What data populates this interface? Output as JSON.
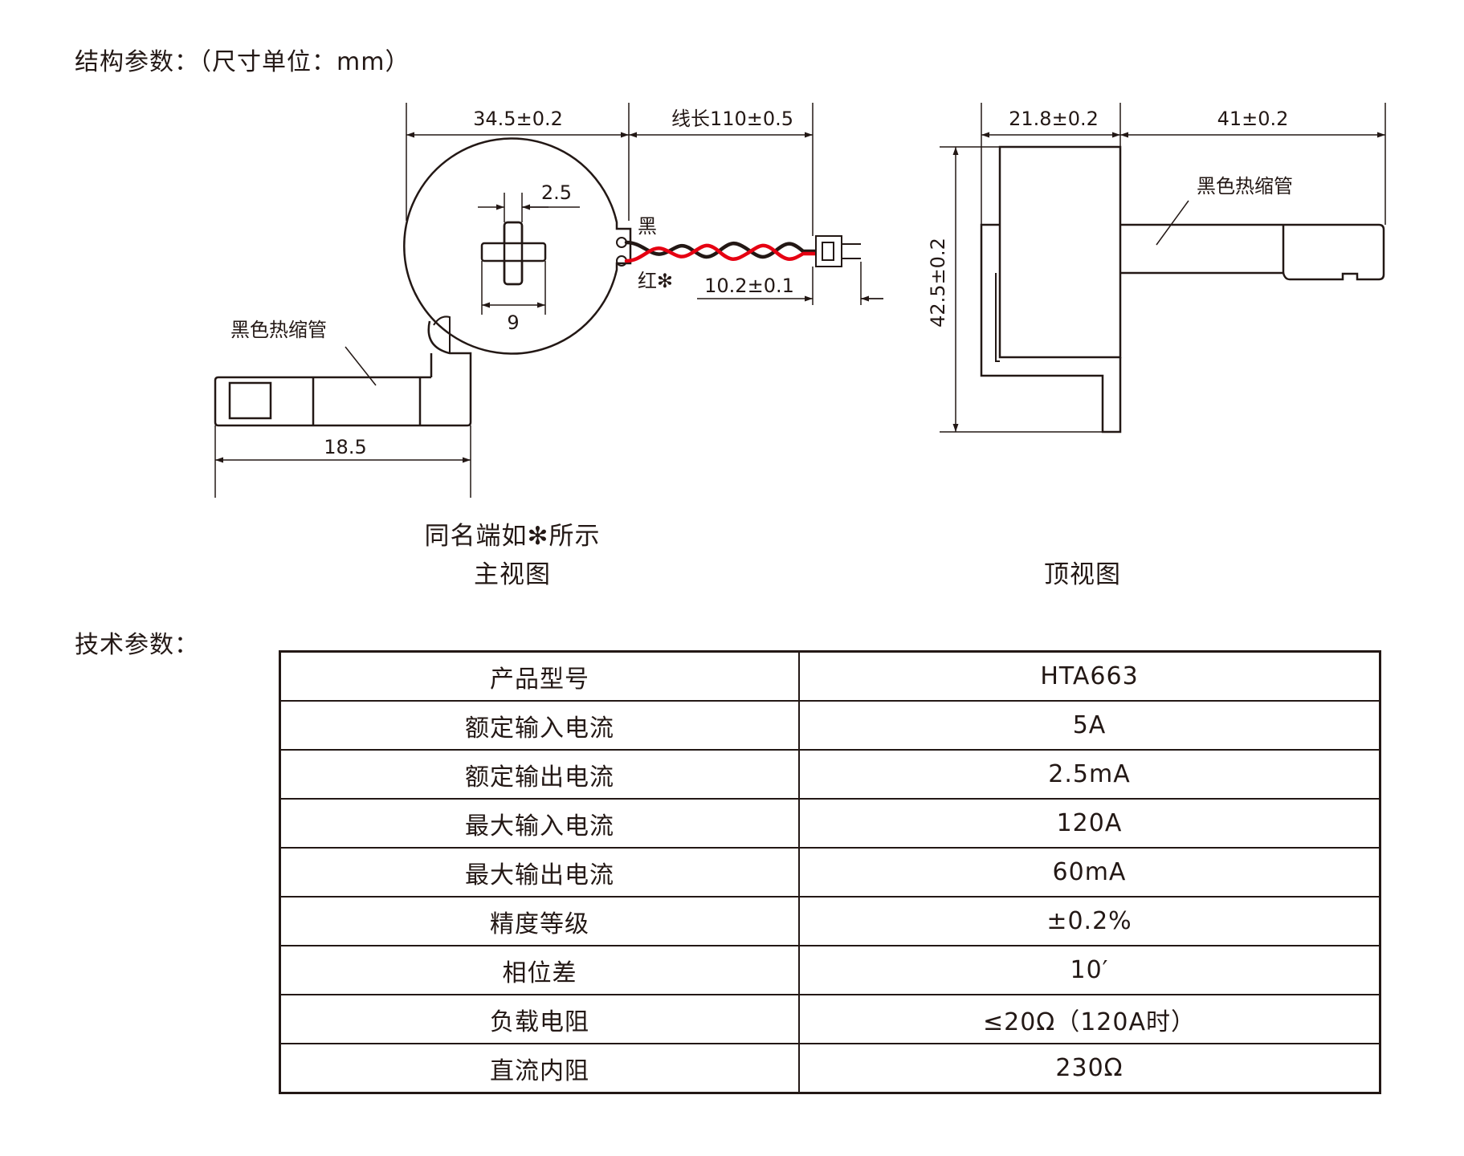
{
  "structure_heading": "结构参数：（尺寸单位：mm）",
  "tech_heading": "技术参数：",
  "main_view": {
    "dim_outer_diameter": "34.5±0.2",
    "dim_wire_length": "线长110±0.5",
    "dim_slot_width": "2.5",
    "dim_slot_length": "9",
    "dim_connector": "10.2±0.1",
    "dim_leg": "18.5",
    "label_black": "黑",
    "label_red": "红✻",
    "label_sleeve": "黑色热缩管",
    "caption_note": "同名端如✻所示",
    "caption": "主视图"
  },
  "top_view": {
    "dim_depth": "21.8±0.2",
    "dim_leg": "41±0.2",
    "dim_height": "42.5±0.2",
    "label_sleeve": "黑色热缩管",
    "caption": "顶视图"
  },
  "specs": [
    {
      "name": "产品型号",
      "value": "HTA663"
    },
    {
      "name": "额定输入电流",
      "value": "5A"
    },
    {
      "name": "额定输出电流",
      "value": "2.5mA"
    },
    {
      "name": "最大输入电流",
      "value": "120A"
    },
    {
      "name": "最大输出电流",
      "value": "60mA"
    },
    {
      "name": "精度等级",
      "value": "±0.2%"
    },
    {
      "name": "相位差",
      "value": "10′"
    },
    {
      "name": "负载电阻",
      "value": "≤20Ω（120A时）"
    },
    {
      "name": "直流内阻",
      "value": "230Ω"
    }
  ],
  "colors": {
    "line": "#231815",
    "wire_red": "#e60012"
  }
}
